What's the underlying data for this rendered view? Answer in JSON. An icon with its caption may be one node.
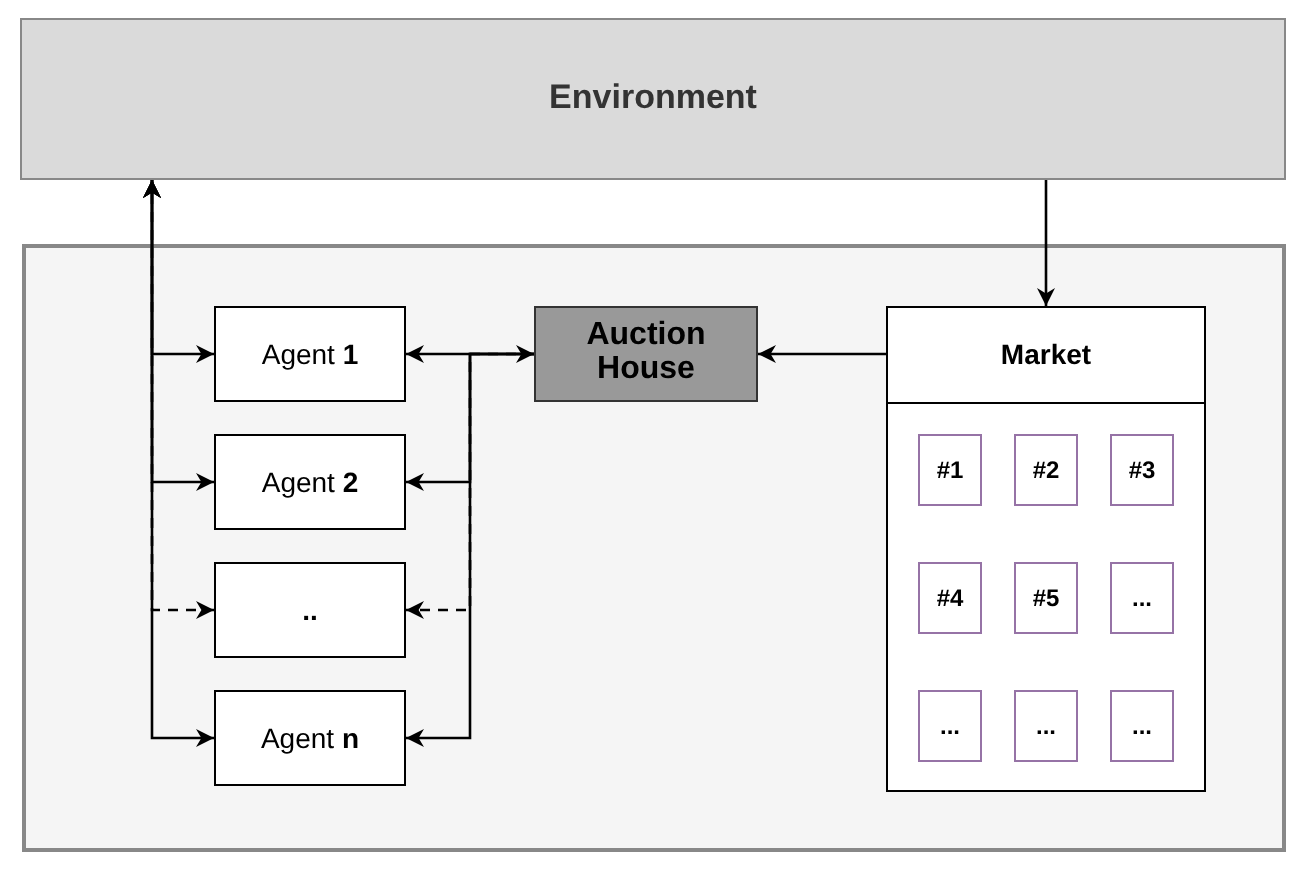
{
  "diagram": {
    "nodes": [
      {
        "text": [
          "Environment"
        ]
      },
      {
        "text": [],
        "shape": "box"
      },
      {
        "text": [
          "Agent **1**"
        ],
        "in": 1
      },
      {
        "text": [
          "Agent **2**"
        ],
        "in": 1
      },
      {
        "text": [
          ".."
        ],
        "in": 1
      },
      {
        "text": [
          "Agent **n**"
        ],
        "in": 1
      },
      {
        "text": [
          "Auction House"
        ],
        "in": 1
      },
      {
        "text": [
          "Market"
        ],
        "in": 1
      },
      {
        "text": [
          "#1"
        ],
        "in": 7
      },
      {
        "text": [
          "#2"
        ],
        "in": 7
      },
      {
        "text": [
          "#3"
        ],
        "in": 7
      },
      {
        "text": [
          "#4"
        ],
        "in": 7
      },
      {
        "text": [
          "#5"
        ],
        "in": 7
      },
      {
        "text": [
          "..."
        ],
        "in": 7
      },
      {
        "text": [
          "..."
        ],
        "in": 7
      },
      {
        "text": [
          "..."
        ],
        "in": 7
      },
      {
        "text": [
          "..."
        ],
        "in": 7
      }
    ],
    "edges": [
      {
        "from": 2,
        "to": 0,
        "arrow": "both"
      },
      {
        "from": 3,
        "to": 0,
        "arrow": "both"
      },
      {
        "from": 4,
        "to": 0,
        "arrow": "both",
        "style": "dashed"
      },
      {
        "from": 5,
        "to": 0,
        "arrow": "both"
      },
      {
        "from": 2,
        "to": 6,
        "arrow": "both"
      },
      {
        "from": 6,
        "to": 3,
        "arrow": "to"
      },
      {
        "from": 6,
        "to": 4,
        "arrow": "to",
        "style": "dashed"
      },
      {
        "from": 6,
        "to": 5,
        "arrow": "to"
      },
      {
        "from": 0,
        "to": 7,
        "arrow": "to"
      },
      {
        "from": 7,
        "to": 6,
        "arrow": "to"
      }
    ]
  }
}
